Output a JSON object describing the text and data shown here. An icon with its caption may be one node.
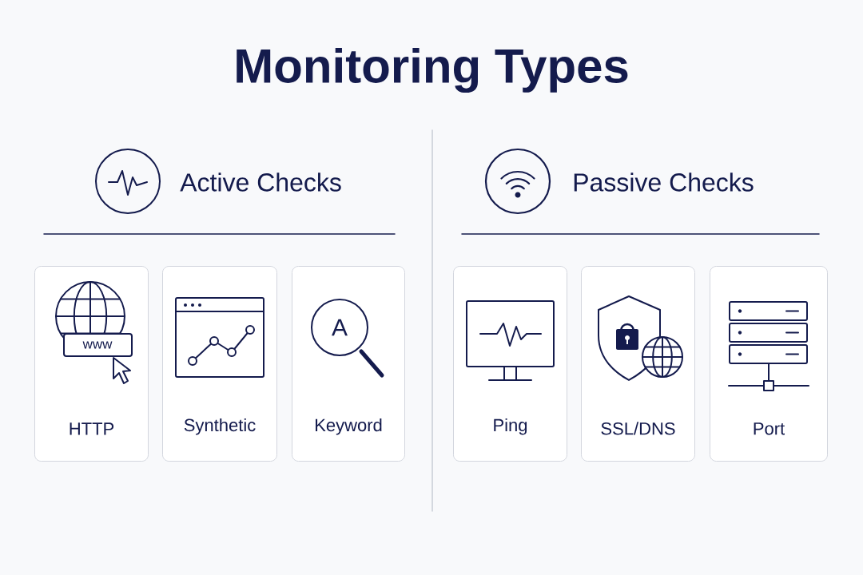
{
  "diagram": {
    "title": "Monitoring Types",
    "nodes": [
      {
        "text": [
          "HTTP"
        ]
      },
      {
        "text": [
          "Synthetic"
        ]
      },
      {
        "text": [
          "Keyword"
        ]
      },
      {
        "text": [
          "Ping"
        ]
      },
      {
        "text": [
          "SSL/DNS"
        ]
      },
      {
        "text": [
          "Port"
        ]
      }
    ],
    "labels": [
      "Active Checks",
      "Passive Checks",
      "www",
      "A"
    ]
  }
}
